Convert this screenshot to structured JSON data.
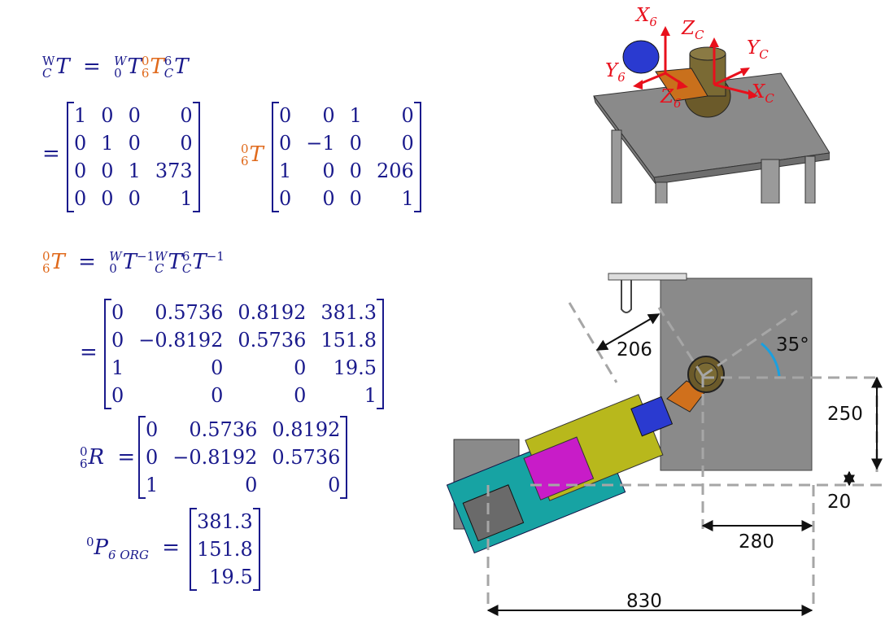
{
  "equations": {
    "eq1_lhs_sym": "T",
    "eq1_lhs_sup": "W",
    "eq1_lhs_sub": "C",
    "eq1_equals": "=",
    "eq1_t1_sup": "W",
    "eq1_t1_sub": "0",
    "eq1_t2_sup": "0",
    "eq1_t2_sub": "6",
    "eq1_t3_sup": "6",
    "eq1_t3_sub": "C",
    "eq1_mid_sup": "0",
    "eq1_mid_sub": "6",
    "eq2_lhs_sup": "0",
    "eq2_lhs_sub": "6",
    "eq2_t1_sup": "W",
    "eq2_t1_sub": "0",
    "eq2_inv": "−1",
    "eq2_t2_sup": "W",
    "eq2_t2_sub": "C",
    "eq2_t3_sup": "6",
    "eq2_t3_sub": "C",
    "r_sym": "R",
    "r_sup": "0",
    "r_sub": "6",
    "p_sym": "P",
    "p_sup": "0",
    "p_sub": "6 ORG",
    "matrix_A": [
      [
        "1",
        "0",
        "0",
        "0"
      ],
      [
        "0",
        "1",
        "0",
        "0"
      ],
      [
        "0",
        "0",
        "1",
        "373"
      ],
      [
        "0",
        "0",
        "0",
        "1"
      ]
    ],
    "matrix_B": [
      [
        "0",
        "0",
        "1",
        "0"
      ],
      [
        "0",
        "−1",
        "0",
        "0"
      ],
      [
        "1",
        "0",
        "0",
        "206"
      ],
      [
        "0",
        "0",
        "0",
        "1"
      ]
    ],
    "matrix_T06": [
      [
        "0",
        "0.5736",
        "0.8192",
        "381.3"
      ],
      [
        "0",
        "−0.8192",
        "0.5736",
        "151.8"
      ],
      [
        "1",
        "0",
        "0",
        "19.5"
      ],
      [
        "0",
        "0",
        "0",
        "1"
      ]
    ],
    "matrix_R": [
      [
        "0",
        "0.5736",
        "0.8192"
      ],
      [
        "0",
        "−0.8192",
        "0.5736"
      ],
      [
        "1",
        "0",
        "0"
      ]
    ],
    "vector_P": [
      [
        "381.3"
      ],
      [
        "151.8"
      ],
      [
        "19.5"
      ]
    ]
  },
  "frame_labels": {
    "x6": "X",
    "x6_sub": "6",
    "zc": "Z",
    "zc_sub": "C",
    "yc": "Y",
    "yc_sub": "C",
    "y6": "Y",
    "y6_sub": "6",
    "z6": "Z",
    "z6_sub": "6",
    "xc": "X",
    "xc_sub": "C"
  },
  "dimensions": {
    "d206": "206",
    "angle": "35°",
    "d250": "250",
    "d20": "20",
    "d280": "280",
    "d830": "830"
  },
  "colors": {
    "math_blue": "#1a1a8c",
    "math_orange": "#e06a1c",
    "frame_red": "#e8101c",
    "angle_arc": "#1aa0e0",
    "table_gray": "#8a8a8a",
    "robot_teal": "#17a3a3",
    "robot_olive": "#b8b81c",
    "robot_magenta": "#c81cc8",
    "robot_blue": "#2a3ad0",
    "robot_orange": "#d0701c"
  }
}
